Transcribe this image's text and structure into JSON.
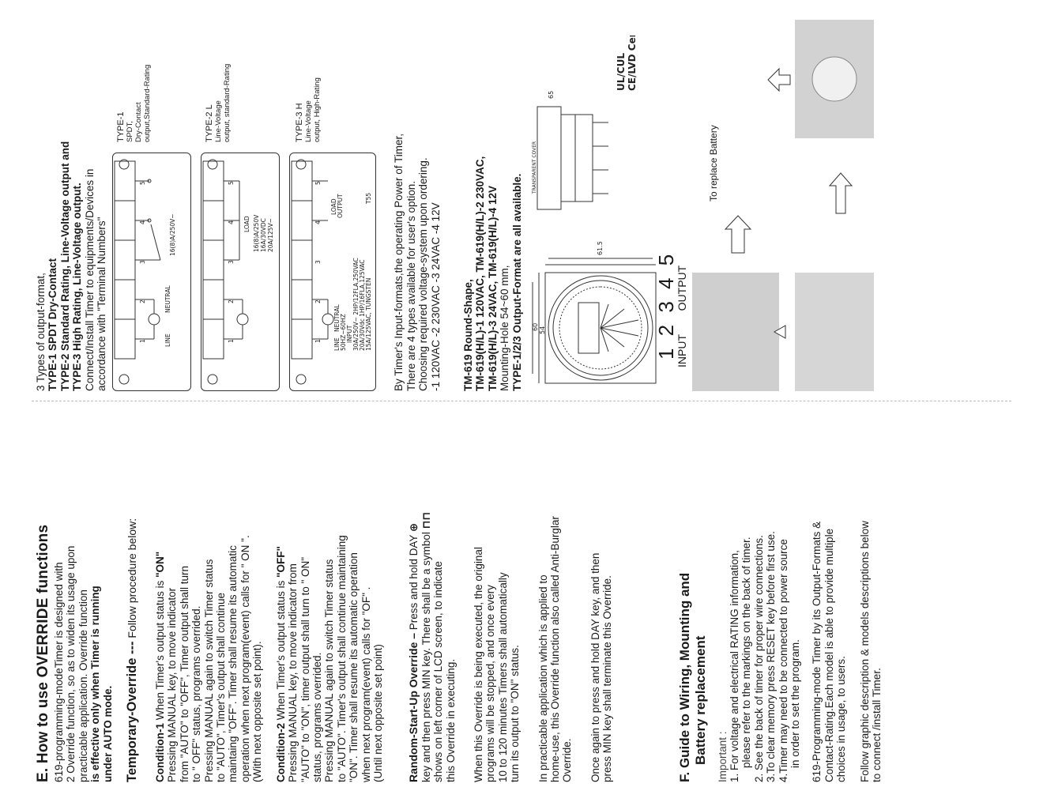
{
  "left": {
    "sectionE": {
      "title": "E. How to use OVERRIDE functions",
      "intro": [
        "619-programming-modeTimer is designed with",
        "2 Override function, so as to widen its usage upon",
        "practicable application.  Override function",
        "is effective only when Timer is running",
        "under AUTO mode."
      ]
    },
    "temporary": {
      "title": "Temporary-Override ---",
      "suffix": " Follow procedure below:"
    },
    "condition1": {
      "label": "Condition-1",
      "lead": " When Timer's output status is ",
      "status": "\"ON\"",
      "lines": [
        "Pressing MANUAL key, to move indicator",
        "from \"AUTO\" to \"OFF\", Timer output shall turn",
        "to \" OFF\" status, programs  overrided.",
        "Pressing MANUAL again to switch Timer status",
        "to \"AUTO\", Timer's output shall continue",
        "maintaing \"OFF\".  Timer shall resume its automatic",
        "operation when next  program(event) calls for \" ON \".",
        "(With  next opposite set point)."
      ]
    },
    "condition2": {
      "label": "Condition-2",
      "lead": " When Timer's output status is ",
      "status": "\"OFF\"",
      "lines": [
        "Pressing MANUAL key, to move indicator from",
        "\"AUTO\" to \"ON\",  timer output shall turn to  \" ON\"",
        "status, programs overrided.",
        "Pressing MANUAL again to switch Timer status",
        "to \"AUTO\". Timer's output shall continue maintaining",
        "\"ON\".   Timer shall resume its  automatic operation",
        "when next  program(event) calls for \"OF\" .",
        "(Until next opposite set point)"
      ]
    },
    "random": {
      "label": "Random-Start-Up Override –",
      "lines": [
        " Press and hold DAY",
        "key and then press MIN key.  There shall be a symbol",
        "shows on left corner of LCD screen, to indicate",
        "this Override  in executing."
      ],
      "symbol": "⊕",
      "pulse": "⊓⊓"
    },
    "para1": [
      "When this Override is being executed, the original",
      "programs will be stopped, and once every",
      "10 to 120 minutes Timers shall automatically",
      "turn its output to  \"ON\" status."
    ],
    "para2": [
      "In practicable application which is applied to",
      "home-use,  this Override function also called Anti-Burglar",
      "Override."
    ],
    "para3": [
      "Once again to press and hold DAY key, and then",
      "press MIN key shall terminate this Override."
    ],
    "sectionF": {
      "title1": "F. Guide to Wiring, Mounting  and",
      "title2": "Battery replacement",
      "important": "Important :",
      "items": [
        "1. For voltage and electrical RATING  information,",
        "please refer to the markings on the back of timer.",
        "2. See the back of timer for proper wire  connections.",
        "3.To clear memory press RESET key before first use.",
        "4.Timer may need to be connected to power source",
        "in order to set the program."
      ],
      "para_a": [
        "619-Programming-mode Timer  by its Output-Formats &",
        "Contact-Rating.Each model is able to provide multiple",
        "choices in usage, to users."
      ],
      "para_b": [
        "Follow graphic description &  models descriptions below",
        "to connect /install Timer."
      ]
    }
  },
  "right": {
    "types": {
      "lines": [
        "3 Types of output-format,",
        "TYPE-1 SPDT Dry-Contact",
        "TYPE-2 Standard Rating, Line-Voltage output and",
        "TYPE-3 High Rating, Line-Voltage output.",
        "Connect/Install Timer to equipments/Devices in",
        "accordance with \"Terminal Numbers\""
      ]
    },
    "wiring": {
      "type1": {
        "name": "TYPE-1",
        "desc": [
          "SPDT,",
          "Dry-Contact",
          "output,Standard-Rating"
        ],
        "rating": "16(8)A/250V~"
      },
      "type2": {
        "name": "TYPE-2 L",
        "desc": [
          "Line-Voltage",
          "output, standard-Rating"
        ],
        "load": "LOAD",
        "ratings": [
          "16(8)A/250V",
          "16A/30VDC",
          "20A/125V~"
        ]
      },
      "type3": {
        "name": "TYPE-3 H",
        "desc": [
          "Line-Voltage",
          "output, High-Rating"
        ],
        "load": "LOAD",
        "output": "OUTPUT",
        "specs": [
          "30A/250V~   2HP/12FLA,250VAC",
          "20A/30Vdc   1HP/16FLA,125VAC",
          "15A/125VAC, TUNGSTEN",
          "T55"
        ],
        "input": [
          "LINE",
          "NEUTRAL",
          "50HZ~60HZ",
          "INPUT"
        ]
      },
      "line": "LINE",
      "neutral": "NEUTRAL",
      "terminals": [
        "1",
        "2",
        "3",
        "4",
        "5"
      ]
    },
    "input_formats": {
      "lines": [
        "By Timer's Input-formats,the operating Power of Timer,",
        "There are 4 types available  for user's option.",
        "Choosing required voltage-system upon ordering.",
        "-1 120VAC  -2  230VAC  -3  24VAC      -4 12V"
      ]
    },
    "models": {
      "lines": [
        "TM-619 Round-Shape,",
        "TM-619(H/L)-1 120VAC,  TM-619(H/L)-2 230VAC,",
        "TM-619(H/L)-3 24VAC,    TM-619(H/L)-4 12V",
        "Mounting-Hole 54~60 mm,",
        "TYPE-1/2/3 Output-Format are all available."
      ]
    },
    "drawing": {
      "dims": [
        "60",
        "54",
        "61.5",
        "65"
      ],
      "cover": "TRANSPARENT COVER",
      "terminals": "1 2 3 4 5",
      "input": "INPUT",
      "output": "OUTPUT"
    },
    "cert": [
      "UL/CUL",
      "CE/LVD  Certified"
    ],
    "battery": "To replace Battery"
  }
}
